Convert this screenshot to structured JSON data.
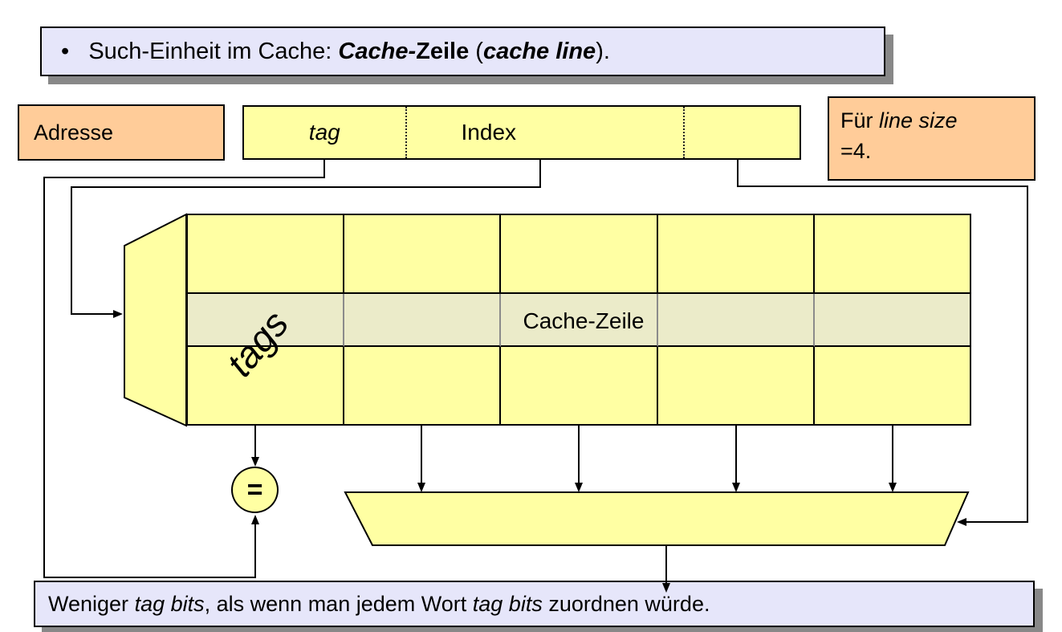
{
  "slide": {
    "language": "de",
    "topic": "Cache line as search unit in a cache"
  },
  "colors": {
    "panel": "#e6e6fa",
    "yellow": "#ffffa3",
    "highlight": "#ebebc9",
    "orange": "#ffcc99",
    "shadow": "#888888",
    "line": "#000000"
  },
  "title": {
    "segments": [
      {
        "t": "•   "
      },
      {
        "t": "Such-Einheit im Cache: "
      },
      {
        "t": "Cache-",
        "b": 1,
        "i": 1
      },
      {
        "t": "Zeile",
        "b": 1
      },
      {
        "t": " ("
      },
      {
        "t": "cache line",
        "b": 1,
        "i": 1
      },
      {
        "t": ")."
      }
    ]
  },
  "address": {
    "box_label": "Adresse",
    "fields": [
      {
        "name": "tag",
        "label": "tag",
        "italic": true
      },
      {
        "name": "index",
        "label": "Index",
        "italic": false
      },
      {
        "name": "offset",
        "label": "",
        "italic": false
      }
    ]
  },
  "line_size_note": {
    "segments": [
      {
        "t": "Für "
      },
      {
        "t": "line size",
        "i": 1
      },
      {
        "t": "=4.",
        "br": 1
      }
    ]
  },
  "cache": {
    "rows": 3,
    "cols": 5,
    "highlight_row": 1,
    "tags_label": "tags",
    "line_label": "Cache-Zeile"
  },
  "comparator": {
    "symbol": "="
  },
  "bottom_note": {
    "segments": [
      {
        "t": "Weniger "
      },
      {
        "t": "tag bits",
        "i": 1
      },
      {
        "t": ", als wenn man jedem Wort "
      },
      {
        "t": "tag bits",
        "i": 1
      },
      {
        "t": " zuordnen würde."
      }
    ]
  }
}
